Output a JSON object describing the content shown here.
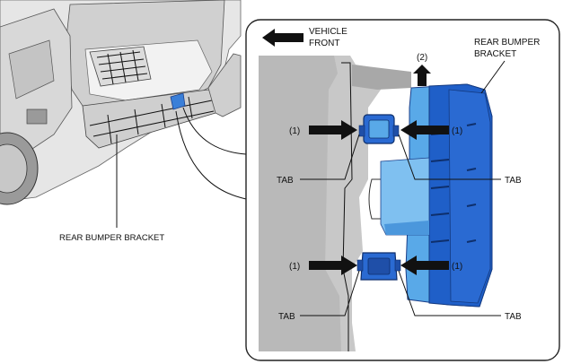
{
  "labels": {
    "vehicle_front": [
      "VEHICLE",
      "FRONT"
    ],
    "rear_bumper_bracket_detail": [
      "REAR BUMPER",
      "BRACKET"
    ],
    "rear_bumper_bracket_overview": "REAR BUMPER BRACKET",
    "step_1": "(1)",
    "step_2": "(2)",
    "tab": "TAB"
  },
  "icons": {
    "front_arrow": "left-arrow-icon",
    "push_arrow": "right-arrow-icon",
    "pull_arrow": "up-arrow-icon"
  },
  "colors": {
    "bracket_blue": "#1f5fc8",
    "bracket_light_blue": "#59a9e8",
    "detail_border": "#222222",
    "body_gray": "#bfbfbf"
  }
}
